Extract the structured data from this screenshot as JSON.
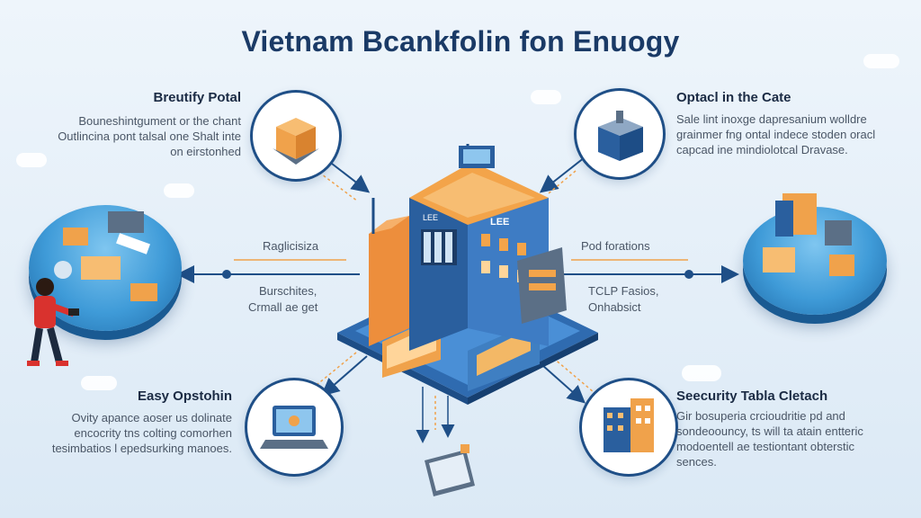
{
  "title": "Vietnam Bcankfolin fon Enuogy",
  "top_left": {
    "heading": "Breutify Potal",
    "lines": [
      "Bouneshintgument or the chant",
      "Outlincina pont talsal one  Shalt inte",
      "on eirstonhed"
    ]
  },
  "top_right": {
    "heading": "Optacl in the Cate",
    "lines": [
      "Sale lint inoxge dapresanium wolldre",
      "grainmer fng  ontal indece stoden oracl",
      "capcad ine mindiolotcal Dravase."
    ]
  },
  "bottom_left": {
    "heading": "Easy Opstohin",
    "lines": [
      "Ovity apance aoser us dolinate",
      "encocrity tns colting comorhen",
      "tesimbatios  l epedsurking manoes."
    ]
  },
  "bottom_right": {
    "heading": "Seecurity Tabla Cletach",
    "lines": [
      "Gir bosuperia crcioudritie pd and",
      "sondeoouncy, ts will ta atain entteric",
      "modoentell ae testiontant obterstic",
      "sences."
    ]
  },
  "connectors": {
    "left_top": "Raglicisiza",
    "left_bottom_1": "Burschites,",
    "left_bottom_2": "Crmall ae get",
    "right_top": "Pod forations",
    "right_bottom_1": "TCLP Fasios,",
    "right_bottom_2": "Onhabsict"
  },
  "building_signs": {
    "main": "LEE",
    "side": "LEE"
  },
  "colors": {
    "accent": "#1f4f87",
    "title": "#1a3a66",
    "orange": "#f0a24b",
    "blue": "#3f7fc2"
  }
}
